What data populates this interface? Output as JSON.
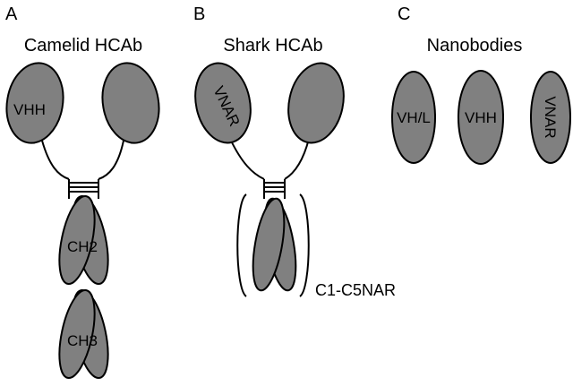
{
  "panels": {
    "a": {
      "letter": "A",
      "title": "Camelid HCAb",
      "vhh_label": "VHH",
      "ch2_label": "CH2",
      "ch3_label": "CH3"
    },
    "b": {
      "letter": "B",
      "title": "Shark HCAb",
      "vnar_label": "VNAR",
      "constant_label": "C1-C5NAR"
    },
    "c": {
      "letter": "C",
      "title": "Nanobodies",
      "items": [
        "VH/L",
        "VHH",
        "VNAR"
      ]
    }
  },
  "colors": {
    "domain_fill": "#808080",
    "outline": "#000000",
    "background": "#ffffff"
  }
}
